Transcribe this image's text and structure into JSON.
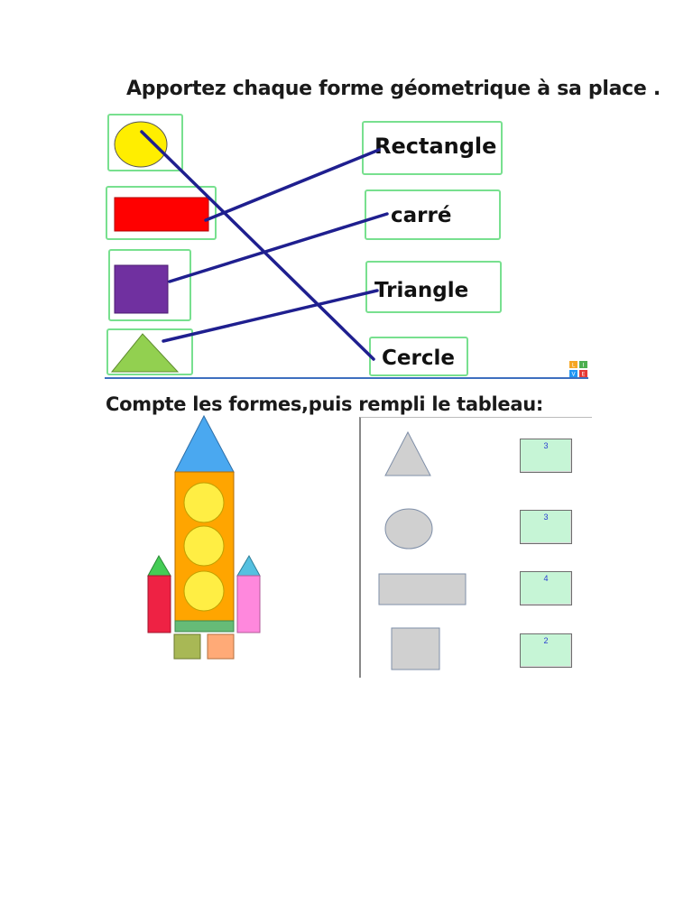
{
  "exercise1": {
    "title": "Apportez chaque forme géometrique à sa place .",
    "words": [
      "Rectangle",
      "carré",
      "Triangle",
      "Cercle"
    ],
    "colors": {
      "circle": "#ffee00",
      "rectangle": "#ff0000",
      "square": "#7030a0",
      "triangle": "#92d050",
      "box_border": "#78e08f",
      "line": "#1f1f8f"
    }
  },
  "logo": {
    "letters": [
      "L",
      "I",
      "V",
      "E"
    ]
  },
  "exercise2": {
    "title": "Compte les formes,puis rempli le tableau:",
    "rows": [
      {
        "shape": "triangle",
        "count": "3"
      },
      {
        "shape": "circle",
        "count": "3"
      },
      {
        "shape": "rectangle",
        "count": "4"
      },
      {
        "shape": "square",
        "count": "2"
      }
    ],
    "colors": {
      "cell_bg": "#c6f5d6",
      "shape_gray": "#d0d0d0",
      "count_text": "#2a3fd0"
    }
  }
}
